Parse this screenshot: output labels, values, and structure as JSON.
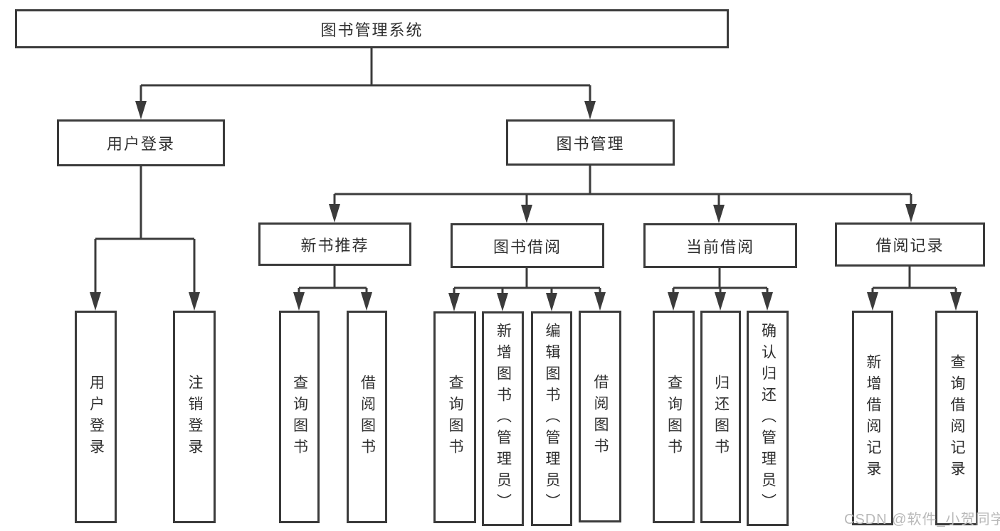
{
  "diagram_type": "hierarchy-tree",
  "colors": {
    "line": "#3b3b3b",
    "text": "#2f2f2f",
    "background": "#ffffff",
    "watermark": "#b9b9b9"
  },
  "nodes": {
    "root": "图书管理系统",
    "user_login": "用户登录",
    "book_mgmt": "图书管理",
    "new_book_rec": "新书推荐",
    "book_borrow": "图书借阅",
    "current_borrow": "当前借阅",
    "borrow_records": "借阅记录"
  },
  "leaves": {
    "user_login": [
      "用户登录",
      "注销登录"
    ],
    "new_book_rec": [
      "查询图书",
      "借阅图书"
    ],
    "book_borrow": [
      "查询图书",
      "新增图书（管理员）",
      "编辑图书（管理员）",
      "借阅图书"
    ],
    "current_borrow": [
      "查询图书",
      "归还图书",
      "确认归还（管理员）"
    ],
    "borrow_records": [
      "新增借阅记录",
      "查询借阅记录"
    ]
  },
  "watermark": "CSDN @软件_小贺同学"
}
